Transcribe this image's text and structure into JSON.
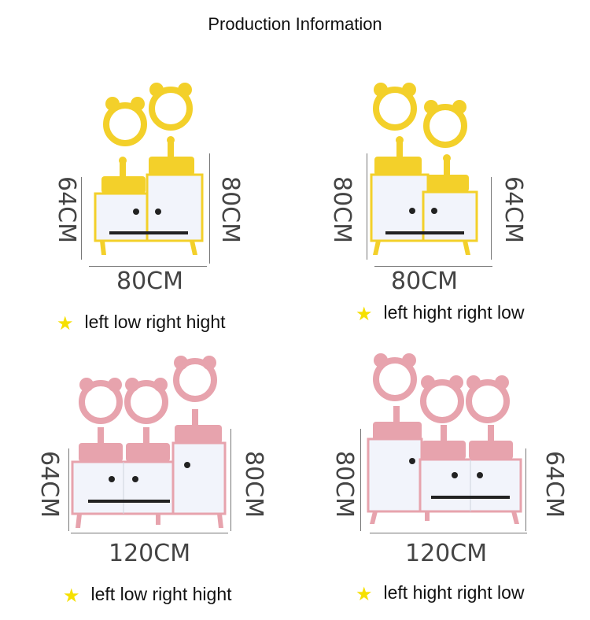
{
  "title": "Production Information",
  "colors": {
    "yellow": "#f3d02a",
    "pink": "#e7a3ad",
    "cabinet": "#f2f4fb",
    "star": "#f6e000"
  },
  "panels": [
    {
      "variant": "left low right hight (yellow)",
      "width_label": "80CM",
      "left_label": "64CM",
      "right_label": "80CM",
      "caption": "left low right hight"
    },
    {
      "variant": "left hight right low (yellow)",
      "width_label": "80CM",
      "left_label": "80CM",
      "right_label": "64CM",
      "caption": "left hight right low"
    },
    {
      "variant": "left low right hight (pink)",
      "width_label": "120CM",
      "left_label": "64CM",
      "right_label": "80CM",
      "caption": "left low right hight"
    },
    {
      "variant": "left hight right low (pink)",
      "width_label": "120CM",
      "left_label": "80CM",
      "right_label": "64CM",
      "caption": "left hight right low"
    }
  ],
  "icons": {
    "caption_star": "star-icon",
    "mirror": "bear-ear-mirror-icon"
  }
}
